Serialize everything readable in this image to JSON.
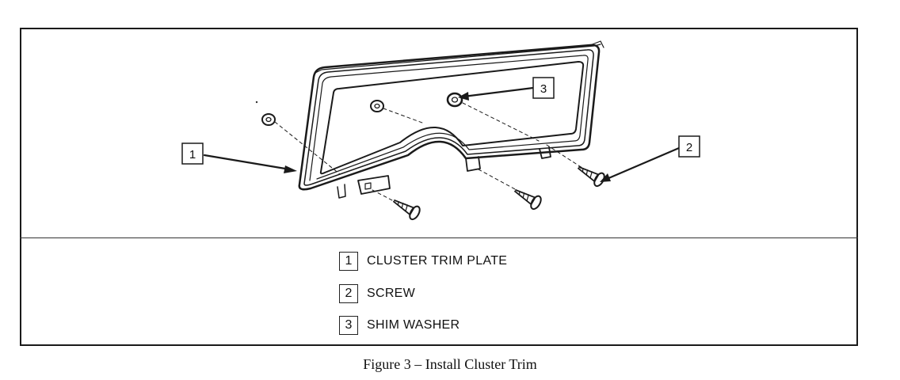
{
  "callouts": [
    {
      "number": "1"
    },
    {
      "number": "2"
    },
    {
      "number": "3"
    }
  ],
  "legend": [
    {
      "number": "1",
      "label": "CLUSTER TRIM PLATE"
    },
    {
      "number": "2",
      "label": "SCREW"
    },
    {
      "number": "3",
      "label": "SHIM WASHER"
    }
  ],
  "caption": "Figure 3 – Install Cluster Trim"
}
